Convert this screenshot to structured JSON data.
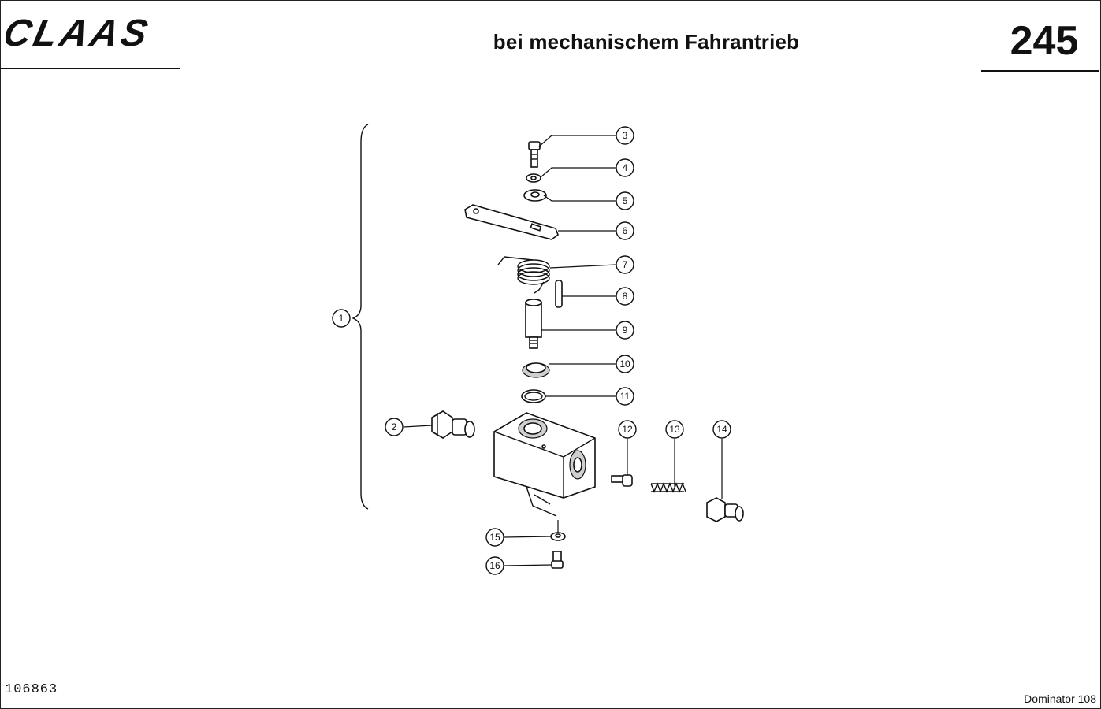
{
  "header": {
    "brand": "CLAAS",
    "title": "bei mechanischem Fahrantrieb",
    "page_number": "245"
  },
  "footer": {
    "drawing_number": "106863",
    "model": "Dominator 108"
  },
  "callouts": [
    "1",
    "2",
    "3",
    "4",
    "5",
    "6",
    "7",
    "8",
    "9",
    "10",
    "11",
    "12",
    "13",
    "14",
    "15",
    "16"
  ]
}
